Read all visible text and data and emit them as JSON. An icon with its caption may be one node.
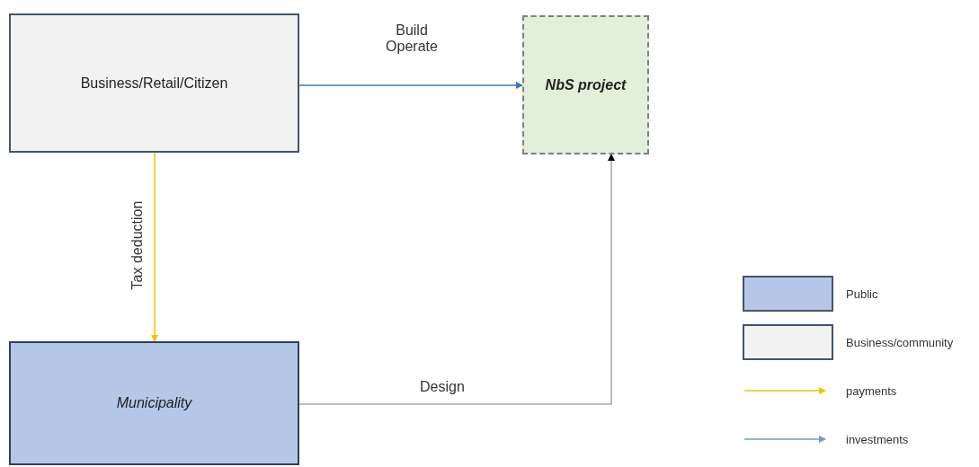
{
  "diagram": {
    "nodes": [
      {
        "text": [
          "Business/Retail/Citizen"
        ]
      },
      {
        "text": [
          "NbS project"
        ]
      },
      {
        "text": [
          "Municipality"
        ]
      }
    ],
    "edges": [
      {
        "from": 0,
        "to": 1,
        "arrow": "to",
        "label": "Build Operate",
        "color": "#4472c4"
      },
      {
        "from": 0,
        "to": 2,
        "arrow": "to",
        "label": "Tax deduction",
        "color": "#f2c300"
      },
      {
        "from": 2,
        "to": 1,
        "arrow": "to",
        "label": "Design",
        "color": "#a6a6a6"
      }
    ],
    "legend": [
      {
        "text": "Public",
        "color": "#b4c7e7"
      },
      {
        "text": "Business/community",
        "color": "#f2f2f2"
      },
      {
        "text": "payments"
      },
      {
        "text": "investments"
      }
    ]
  }
}
